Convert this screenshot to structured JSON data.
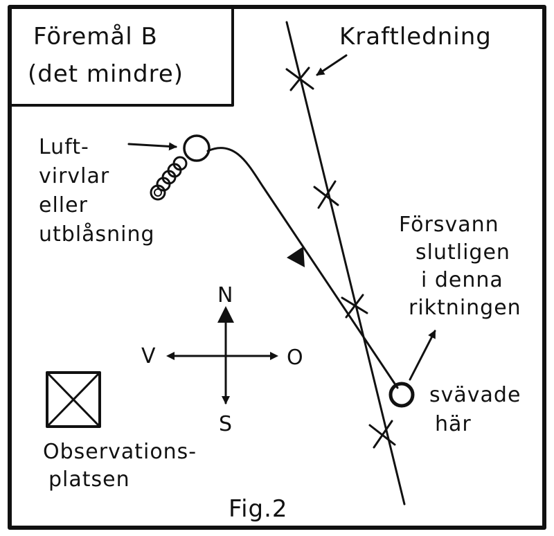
{
  "title_box": {
    "line1": "Föremål B",
    "line2": "(det mindre)"
  },
  "labels": {
    "power_line": "Kraftledning",
    "air_vortex": [
      "Luft-",
      "virvlar",
      "eller",
      "utblåsning"
    ],
    "disappeared": [
      "Försvann",
      "slutligen",
      "i denna",
      "riktningen"
    ],
    "hovered": [
      "svävade",
      "här"
    ],
    "observation_site": [
      "Observations-",
      "platsen"
    ],
    "figure": "Fig.2"
  },
  "compass": {
    "north": "N",
    "south": "S",
    "west": "V",
    "east": "O"
  },
  "colors": {
    "ink": "#111111",
    "paper": "#ffffff"
  }
}
